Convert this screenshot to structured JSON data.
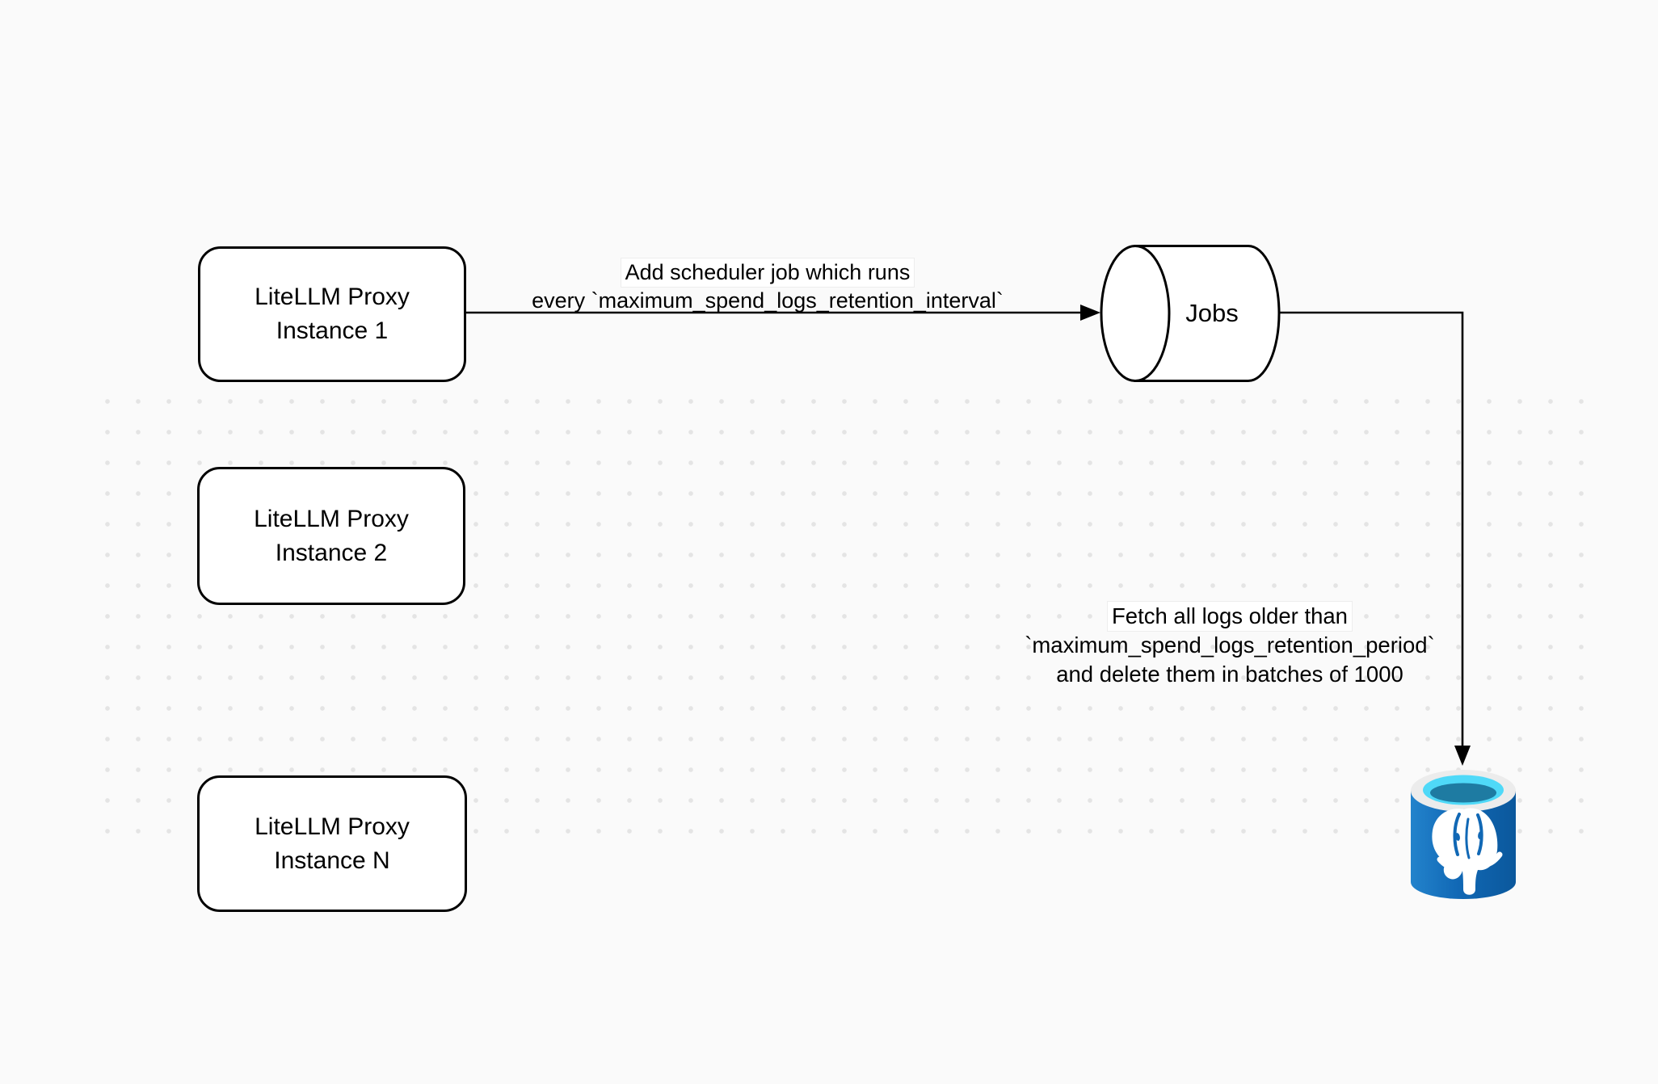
{
  "diagram": {
    "background_color": "#FAFAFA",
    "grid_dot_color": "#E4E4E4",
    "stroke_color": "#000000",
    "nodes": [
      {
        "id": "litellm-proxy-instance-1",
        "line1": "LiteLLM Proxy",
        "line2": "Instance 1"
      },
      {
        "id": "litellm-proxy-instance-2",
        "line1": "LiteLLM Proxy",
        "line2": "Instance 2"
      },
      {
        "id": "litellm-proxy-instance-n",
        "line1": "LiteLLM Proxy",
        "line2": "Instance N"
      }
    ],
    "jobs_queue": {
      "label": "Jobs"
    },
    "edge_labels": {
      "scheduler": {
        "line1": "Add scheduler job which runs",
        "line2": "every `maximum_spend_logs_retention_interval`"
      },
      "fetch": {
        "line1": "Fetch all logs older than",
        "line2": "`maximum_spend_logs_retention_period`",
        "line3": "and delete them in batches of 1000"
      }
    },
    "database": {
      "type": "postgresql-database",
      "body_color_light": "#2383CC",
      "body_color": "#1168B5",
      "body_color_dark": "#0B589C",
      "rim_color": "#ECECEC",
      "water_color": "#4FD9F8",
      "pool_color": "#1E7BA2",
      "elephant_color": "#FFFFFF"
    }
  }
}
